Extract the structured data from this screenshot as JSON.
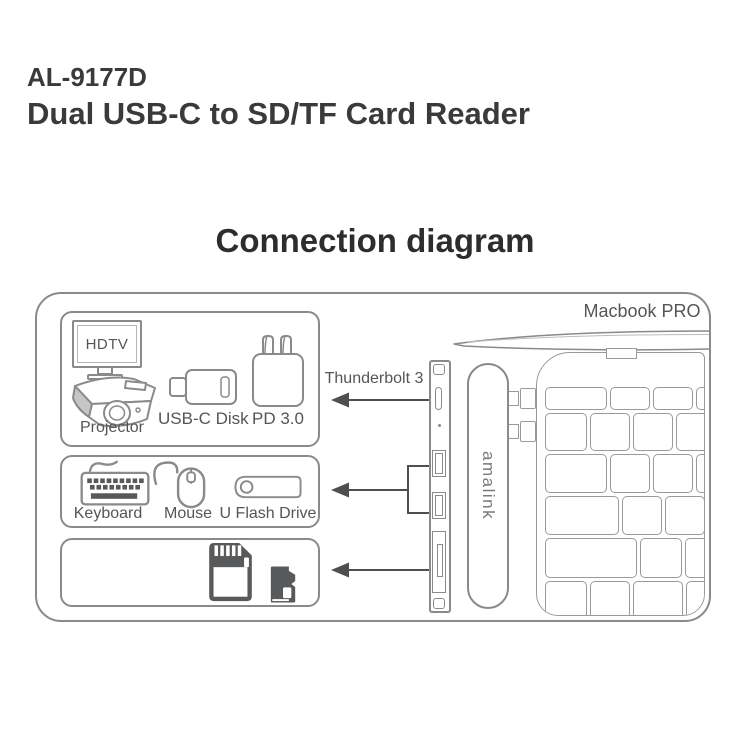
{
  "colors": {
    "line": "#8a8a8a",
    "soft": "#9a9a9a",
    "dark": "#4f4f4f",
    "fill": "#58595b",
    "label": "#555555",
    "title": "#3a3a3a",
    "heading": "#2d2d2d"
  },
  "header": {
    "model": "AL-9177D",
    "product_name": "Dual USB-C to SD/TF Card Reader"
  },
  "section": {
    "title": "Connection diagram"
  },
  "diagram": {
    "laptop_label": "Macbook PRO",
    "thunderbolt_label": "Thunderbolt 3",
    "hub_brand": "amalink",
    "video_group": {
      "hdtv": "HDTV",
      "projector": "Projector",
      "usbc_disk": "USB-C Disk",
      "pd": "PD 3.0"
    },
    "usb_group": {
      "keyboard": "Keyboard",
      "mouse": "Mouse",
      "flash_drive": "U Flash Drive"
    },
    "icons": {
      "video_group": [
        "hdtv-monitor-icon",
        "projector-icon",
        "usbc-disk-icon",
        "pd-adapter-icon"
      ],
      "usb_group": [
        "keyboard-icon",
        "mouse-icon",
        "usb-flash-drive-icon"
      ],
      "card_group": [
        "sd-card-icon",
        "tf-card-icon"
      ],
      "hub": [
        "usb-c-port-icon",
        "led-indicator",
        "usb-a-port-icon",
        "usb-a-port-icon",
        "sd-card-slot-icon",
        "usb-c-plug-icon",
        "usb-c-plug-icon"
      ],
      "arrows": [
        "arrow-left-icon",
        "arrow-left-icon",
        "arrow-left-icon"
      ]
    }
  }
}
